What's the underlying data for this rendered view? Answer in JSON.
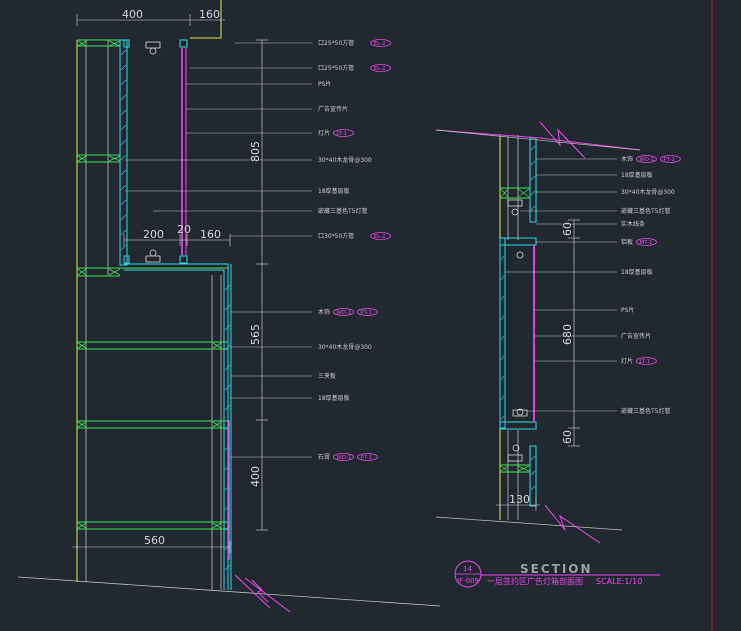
{
  "left_section": {
    "dims": {
      "top_a": "400",
      "top_b": "160",
      "mid_a": "200",
      "mid_b": "20",
      "mid_c": "160",
      "v_805": "805",
      "v_565": "565",
      "v_400": "400",
      "bottom": "560"
    },
    "labels": [
      {
        "text": "口25*50方管",
        "tag": "EL-2"
      },
      {
        "text": "口25*50方管",
        "tag": "EL-2"
      },
      {
        "text": "PS片",
        "tag": ""
      },
      {
        "text": "广告宣传片",
        "tag": ""
      },
      {
        "text": "灯片",
        "tag": "LT-1"
      },
      {
        "text": "30*40木龙骨@300",
        "tag": ""
      },
      {
        "text": "18厚基层板",
        "tag": ""
      },
      {
        "text": "嵌藏三基色T5灯管",
        "tag": ""
      },
      {
        "text": "口30*50方管",
        "tag": "EL-2"
      },
      {
        "text": "木饰",
        "tag": "WD-1",
        "tag2": "PT-1"
      },
      {
        "text": "30*40木龙骨@300",
        "tag": ""
      },
      {
        "text": "三夹板",
        "tag": ""
      },
      {
        "text": "18厚基层板",
        "tag": ""
      },
      {
        "text": "石膏",
        "tag": "WD-1",
        "tag2": "PT-1"
      }
    ]
  },
  "right_section": {
    "dims": {
      "v_60a": "60",
      "v_680": "680",
      "v_60b": "60",
      "bottom": "130"
    },
    "labels": [
      {
        "text": "木饰",
        "tag": "WD-1",
        "tag2": "PT-1"
      },
      {
        "text": "18厚基层板",
        "tag": ""
      },
      {
        "text": "30*40木龙骨@300",
        "tag": ""
      },
      {
        "text": "嵌藏三基色T5灯管",
        "tag": ""
      },
      {
        "text": "实木线条",
        "tag": ""
      },
      {
        "text": "铝板",
        "tag": "MT-1"
      },
      {
        "text": "18厚基层板",
        "tag": ""
      },
      {
        "text": "PS片",
        "tag": ""
      },
      {
        "text": "广告宣传片",
        "tag": ""
      },
      {
        "text": "灯片",
        "tag": "LT-1"
      },
      {
        "text": "嵌藏三基色T5灯管",
        "tag": ""
      }
    ]
  },
  "title_block": {
    "number": "14",
    "sheet": "IF-009",
    "title": "SECTION",
    "subtitle": "一层签约区广告灯箱剖面图",
    "scale": "SCALE:1/10"
  },
  "colors": {
    "background": "#212830",
    "cyan": "#35d7e6",
    "magenta": "#e64ce6",
    "green": "#3ee45a",
    "yellow": "#e8e84a",
    "white": "#d6d6d6",
    "red": "#c8141e"
  }
}
